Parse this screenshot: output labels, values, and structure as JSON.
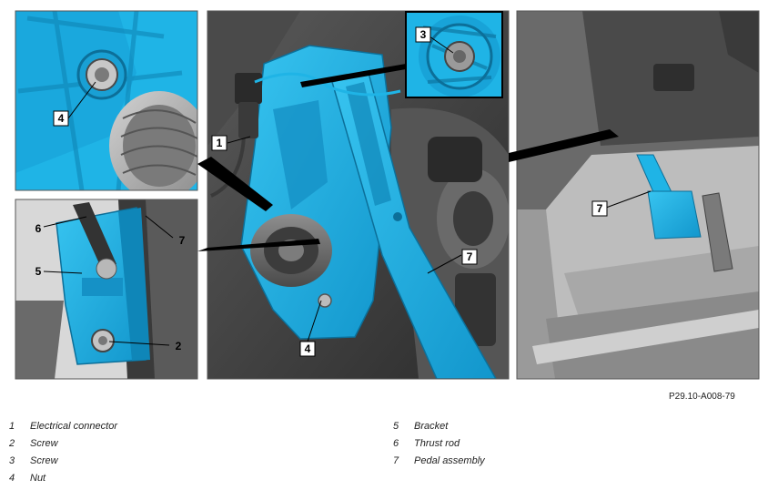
{
  "figure_id": "P29.10-A008-79",
  "callouts": {
    "c1": "1",
    "c2": "2",
    "c3": "3",
    "c4": "4",
    "c5": "5",
    "c6": "6",
    "c7": "7"
  },
  "legend": [
    {
      "num": "1",
      "label": "Electrical connector"
    },
    {
      "num": "2",
      "label": "Screw"
    },
    {
      "num": "3",
      "label": "Screw"
    },
    {
      "num": "4",
      "label": "Nut"
    },
    {
      "num": "5",
      "label": "Bracket"
    },
    {
      "num": "6",
      "label": "Thrust rod"
    },
    {
      "num": "7",
      "label": "Pedal assembly"
    }
  ],
  "colors": {
    "highlight": "#1fb4e6",
    "highlight_dark": "#0f86b8",
    "grey_dark": "#3a3a3a",
    "grey_mid": "#6e6e6e",
    "grey_light": "#b8b8b8"
  }
}
